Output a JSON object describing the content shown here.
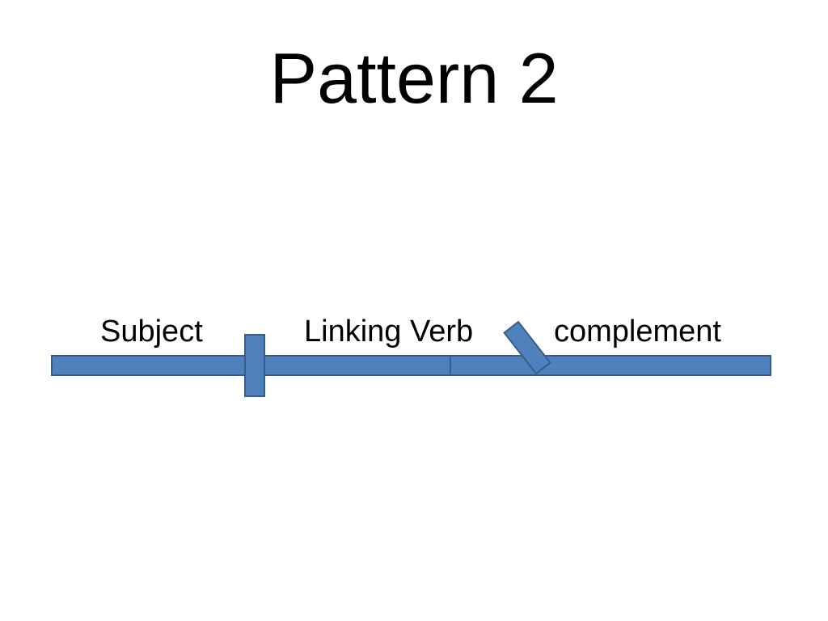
{
  "slide": {
    "title": "Pattern 2"
  },
  "diagram": {
    "labels": {
      "subject": "Subject",
      "linking_verb": "Linking Verb",
      "complement": "complement"
    },
    "colors": {
      "fill": "#4F81BD",
      "stroke": "#385D8A"
    }
  }
}
